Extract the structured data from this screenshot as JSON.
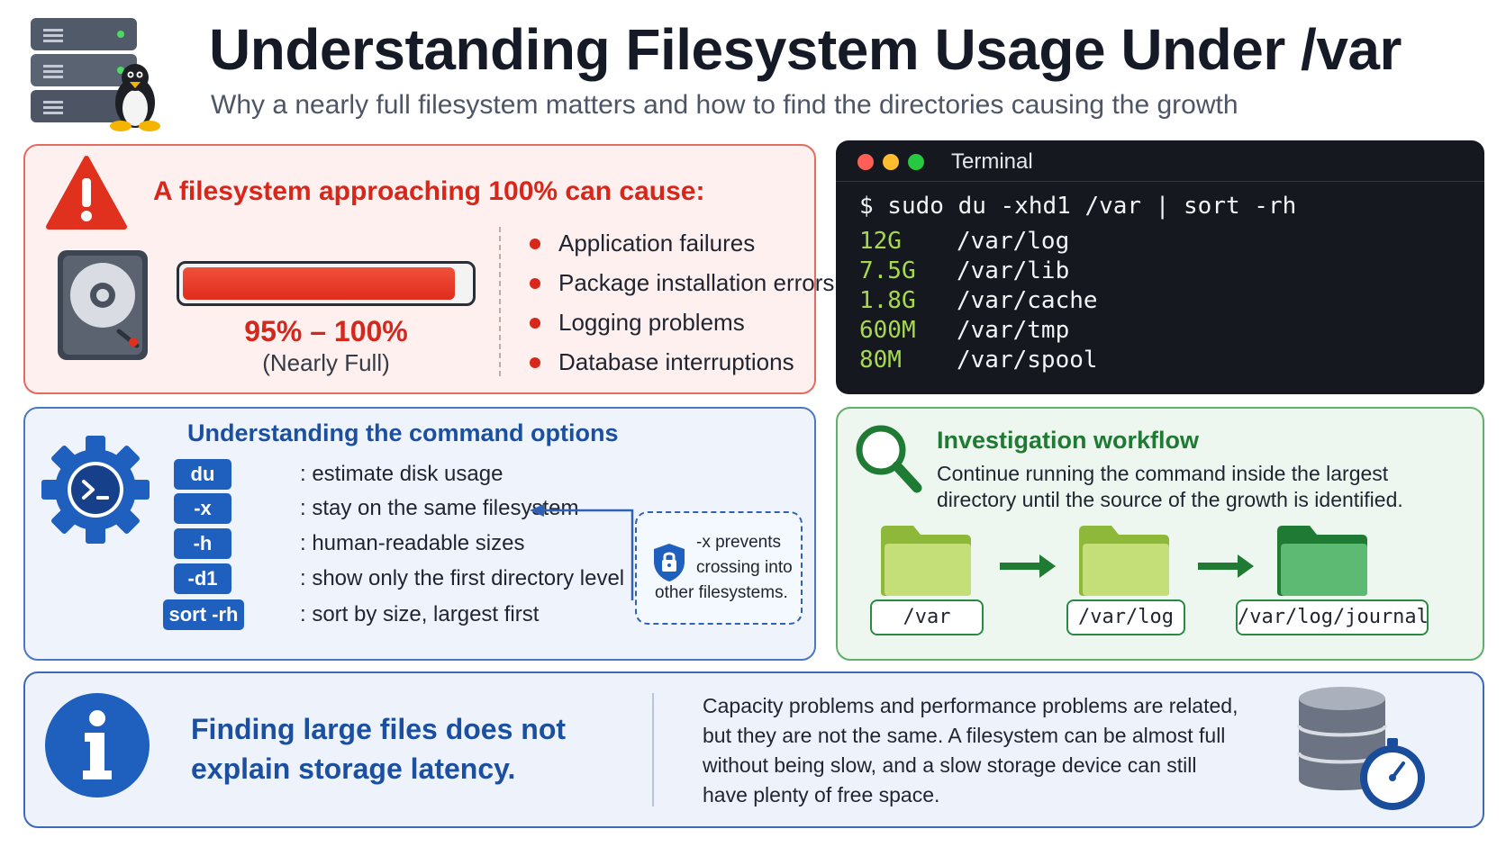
{
  "header": {
    "title": "Understanding Filesystem Usage Under /var",
    "subtitle": "Why a nearly full filesystem matters and how to find the directories causing the growth"
  },
  "warning_panel": {
    "heading": "A  filesystem approaching 100% can cause:",
    "usage_fill_percent": 95,
    "usage_range": "95% – 100%",
    "usage_label": "(Nearly Full)",
    "causes": [
      "Application failures",
      "Package installation errors",
      "Logging problems",
      "Database interruptions"
    ]
  },
  "terminal": {
    "title": "Terminal",
    "command": "$ sudo du -xhd1 /var | sort -rh",
    "rows": [
      {
        "size": "12G",
        "path": "/var/log"
      },
      {
        "size": "7.5G",
        "path": "/var/lib"
      },
      {
        "size": "1.8G",
        "path": "/var/cache"
      },
      {
        "size": "600M",
        "path": "/var/tmp"
      },
      {
        "size": "80M",
        "path": "/var/spool"
      }
    ]
  },
  "options_panel": {
    "heading": "Understanding the command options",
    "options": [
      {
        "flag": "du",
        "desc": ": estimate disk usage"
      },
      {
        "flag": "-x",
        "desc": ": stay on the same filesystem"
      },
      {
        "flag": "-h",
        "desc": ": human-readable sizes"
      },
      {
        "flag": "-d1",
        "desc": ": show only the first directory level"
      },
      {
        "flag": "sort -rh",
        "desc": ": sort by size, largest first"
      }
    ],
    "note_line1": "-x prevents",
    "note_line2": "crossing into",
    "note_line3": "other filesystems."
  },
  "workflow_panel": {
    "heading": "Investigation workflow",
    "description": "Continue running the command inside the largest directory until the source of the growth is identified.",
    "steps": [
      "/var",
      "/var/log",
      "/var/log/journal"
    ]
  },
  "info_panel": {
    "heading": "Finding large files does not explain storage latency.",
    "text": "Capacity problems and performance problems are related, but they are not the same.  A filesystem can be almost full without being slow, and a slow storage device can still have plenty of free space."
  },
  "colors": {
    "warning_red": "#d8261b",
    "terminal_green": "#a6d94f",
    "option_blue": "#1f5fbd",
    "workflow_green": "#1f7a33"
  },
  "icons": [
    "server-icon",
    "linux-penguin-icon",
    "warning-icon",
    "hard-disk-icon",
    "terminal-gear-icon",
    "lock-shield-icon",
    "magnifier-icon",
    "folder-icon",
    "info-icon",
    "database-gauge-icon"
  ]
}
